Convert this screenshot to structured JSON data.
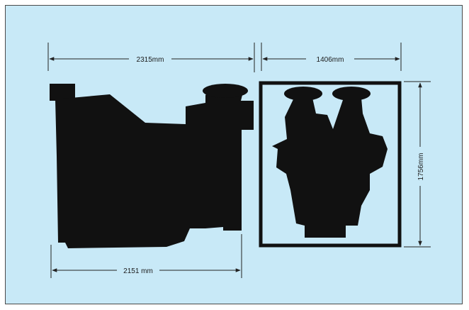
{
  "dimensions": {
    "side_length": "2315mm",
    "front_width": "1406mm",
    "front_height": "1756mm",
    "side_base": "2151 mm"
  },
  "colors": {
    "background": "#c8e9f7",
    "silhouette": "#111111",
    "line": "#222222"
  }
}
